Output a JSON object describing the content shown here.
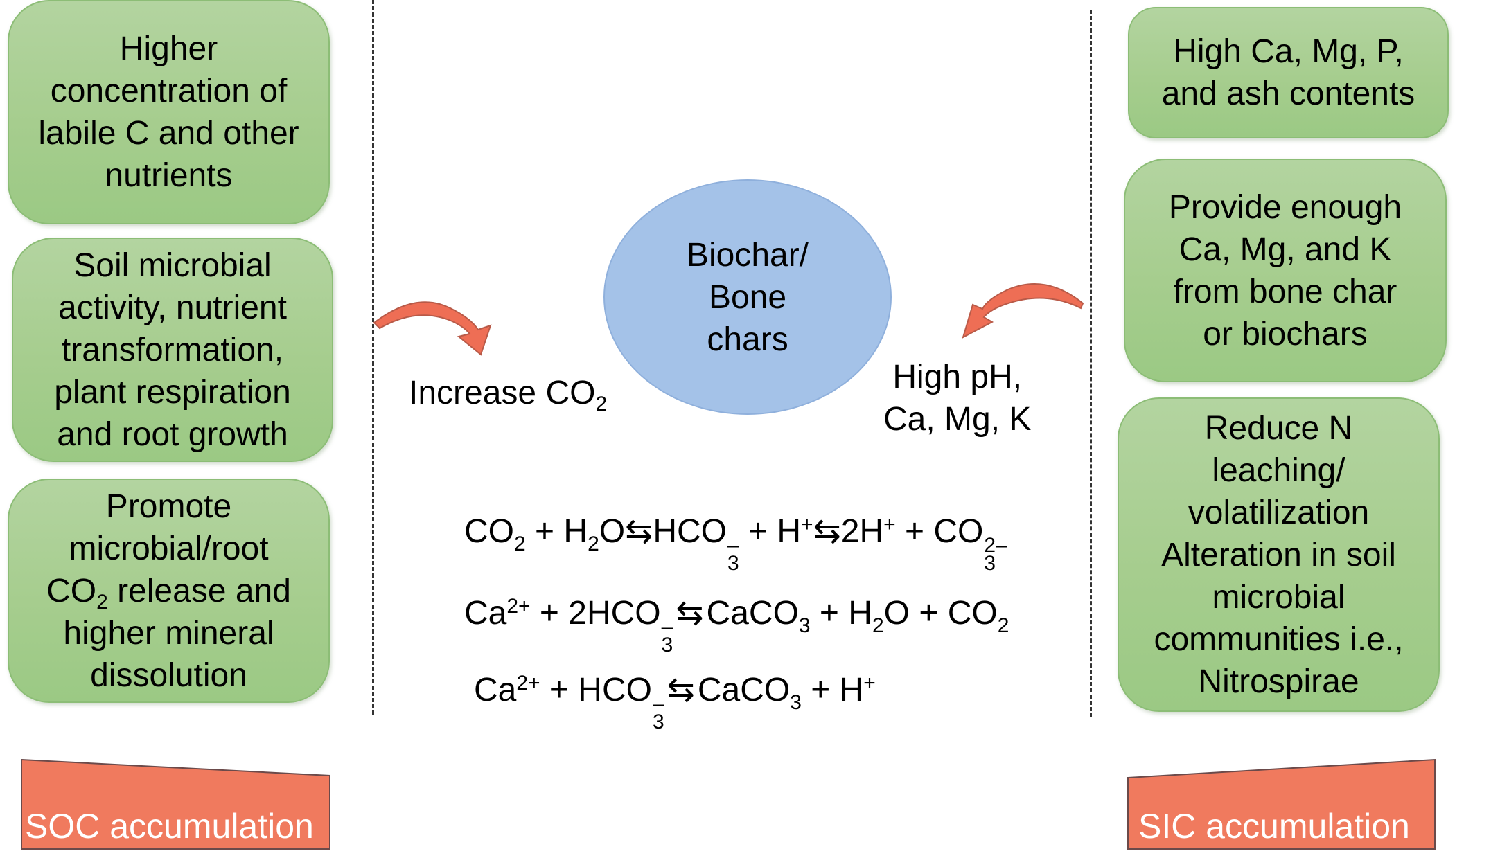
{
  "left_column": {
    "boxes": [
      {
        "lines": [
          "Higher",
          "concentration of",
          "labile C and other",
          "nutrients"
        ]
      },
      {
        "lines": [
          "Soil microbial",
          "activity, nutrient",
          "transformation,",
          "plant respiration",
          "and root growth"
        ]
      },
      {
        "lines": [
          "Promote",
          "microbial/root",
          "CO",
          "2",
          " release and",
          "higher mineral",
          "dissolution"
        ]
      }
    ],
    "accumulation_label": "SOC accumulation"
  },
  "center": {
    "ellipse_lines": [
      "Biochar/",
      "Bone",
      "chars"
    ],
    "left_label": {
      "text": "Increase CO",
      "sub": "2"
    },
    "right_label_lines": [
      "High pH,",
      "Ca, Mg, K"
    ],
    "equations": [
      {
        "parts": [
          "CO",
          "2",
          " + H",
          "2",
          "O",
          "⇆",
          "HCO",
          "3",
          "–",
          " + H",
          "+",
          "⇆",
          "2H",
          "+",
          " + CO",
          "3",
          "2–"
        ]
      },
      {
        "parts": [
          "Ca",
          "2+",
          " + 2HCO",
          "3",
          "–",
          "⇆",
          "CaCO",
          "3",
          " + H",
          "2",
          "O + CO",
          "2"
        ]
      },
      {
        "parts": [
          "Ca",
          "2+",
          " + HCO",
          "3",
          "–",
          "⇆",
          "CaCO",
          "3",
          " + H",
          "+"
        ]
      }
    ]
  },
  "right_column": {
    "boxes": [
      {
        "lines": [
          "High Ca, Mg, P,",
          "and ash contents"
        ]
      },
      {
        "lines": [
          "Provide enough",
          "Ca, Mg, and K",
          "from bone char",
          "or biochars"
        ]
      },
      {
        "lines": [
          "Reduce N",
          "leaching/",
          "volatilization",
          "Alteration in soil",
          "microbial",
          "communities i.e.,",
          "Nitrospirae"
        ]
      }
    ],
    "accumulation_label": "SIC accumulation"
  },
  "colors": {
    "box_green": "#a6cd8e",
    "ellipse_blue": "#a4c2e8",
    "arrow_red": "#ee6e55",
    "accumulation_red": "#f07a5e"
  }
}
